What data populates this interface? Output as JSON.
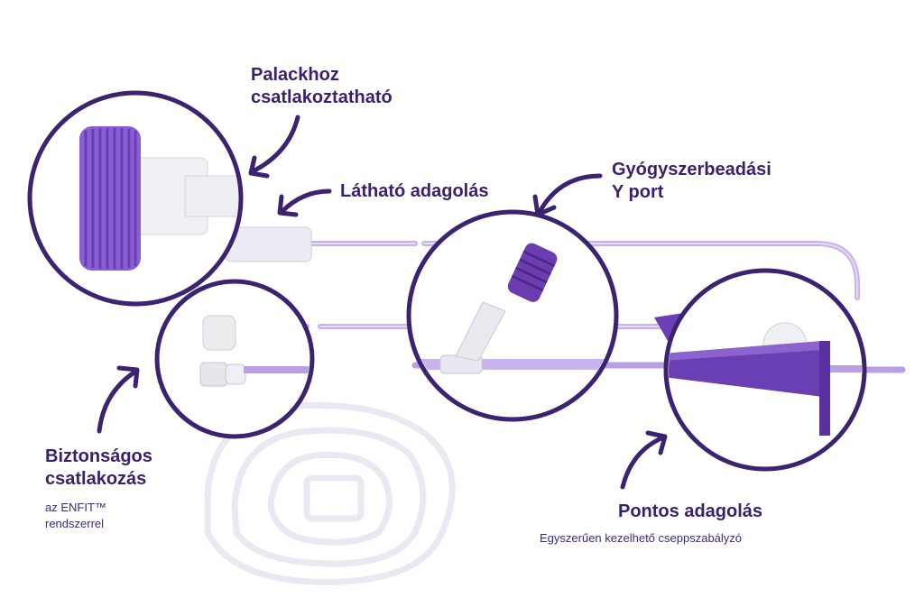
{
  "labels": {
    "palackhoz_line1": "Palackhoz",
    "palackhoz_line2": "csatlakoztatható",
    "lathato": "Látható adagolás",
    "gyogyszer_line1": "Gyógyszerbeadási",
    "gyogyszer_line2": "Y port",
    "biztonsagos_line1": "Biztonságos",
    "biztonsagos_line2": "csatlakozás",
    "biztonsagos_sub1": "az ENFIT™",
    "biztonsagos_sub2": "rendszerrel",
    "pontos": "Pontos adagolás",
    "pontos_sub": "Egyszerűen kezelhető cseppszabályzó"
  },
  "colors": {
    "circle_border": "#3b2370",
    "tube": "#c7b3ea",
    "tube_edge": "#9a7ed6",
    "purple_part": "#7a4fc4",
    "purple_dark": "#4f2b8f",
    "text": "#3a1f6e",
    "clear_plastic": "#e8e6ee"
  }
}
